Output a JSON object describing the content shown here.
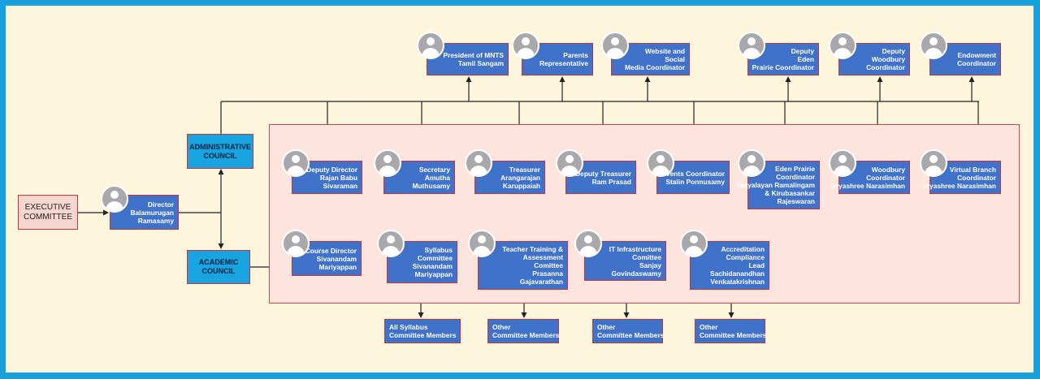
{
  "executive": [
    "EXECUTIVE",
    "COMMITTEE"
  ],
  "director": [
    "Director",
    "Balamurugan",
    "Ramasamy"
  ],
  "admin_council": [
    "ADMINISTRATIVE",
    "COUNCIL"
  ],
  "academic_council": [
    "ACADEMIC",
    "COUNCIL"
  ],
  "top_roles": [
    [
      "President of MNTS",
      "Tamil Sangam"
    ],
    [
      "Parents",
      "Representative"
    ],
    [
      "Website and",
      "Social",
      "Media Coordinator"
    ],
    [
      "Deputy",
      "Eden",
      "Prairie Coordinator"
    ],
    [
      "Deputy",
      "Woodbury",
      "Coordinator"
    ],
    [
      "Endowment",
      "Coordinator"
    ]
  ],
  "admin_roles": [
    [
      "Deputy Director",
      "Rajan Babu",
      "Sivaraman"
    ],
    [
      "Secretary",
      "Amutha",
      "Muthusamy"
    ],
    [
      "Treasurer",
      "Arangarajan",
      "Karuppaiah"
    ],
    [
      "Deputy Treasurer",
      "Ram Prasad"
    ],
    [
      "Events Coordinator",
      "Stalin Ponnusamy"
    ],
    [
      "Eden Prairie",
      "Coordinator",
      "Vijayalayan Ramalingam",
      "& Kirubasankar",
      "Rajeswaran"
    ],
    [
      "Woodbury",
      "Coordinator",
      "Joyashree Narasimhan"
    ],
    [
      "Virtual Branch",
      "Coordinator",
      "Joyashree Narasimhan"
    ]
  ],
  "academic_roles": [
    [
      "Course Director",
      "Sivanandam",
      "Mariyappan"
    ],
    [
      "Syllabus",
      "Committee",
      "Sivanandam",
      "Mariyappan"
    ],
    [
      "Teacher Training &",
      "Assessment",
      "Comittee",
      "Prasanna",
      "Gajavarathan"
    ],
    [
      "IT Infrastructure",
      "Comittee",
      "Sanjay",
      "Govindaswamy"
    ],
    [
      "Accreditation",
      "Compliance",
      "Lead",
      "Sachidanandhan",
      "Venkatakrishnan"
    ]
  ],
  "sub_roles": [
    [
      "All Syllabus",
      "Committee Members"
    ],
    [
      "Other",
      "Committee Members"
    ],
    [
      "Other",
      "Committee Members"
    ],
    [
      "Other",
      "Committee Members"
    ]
  ]
}
